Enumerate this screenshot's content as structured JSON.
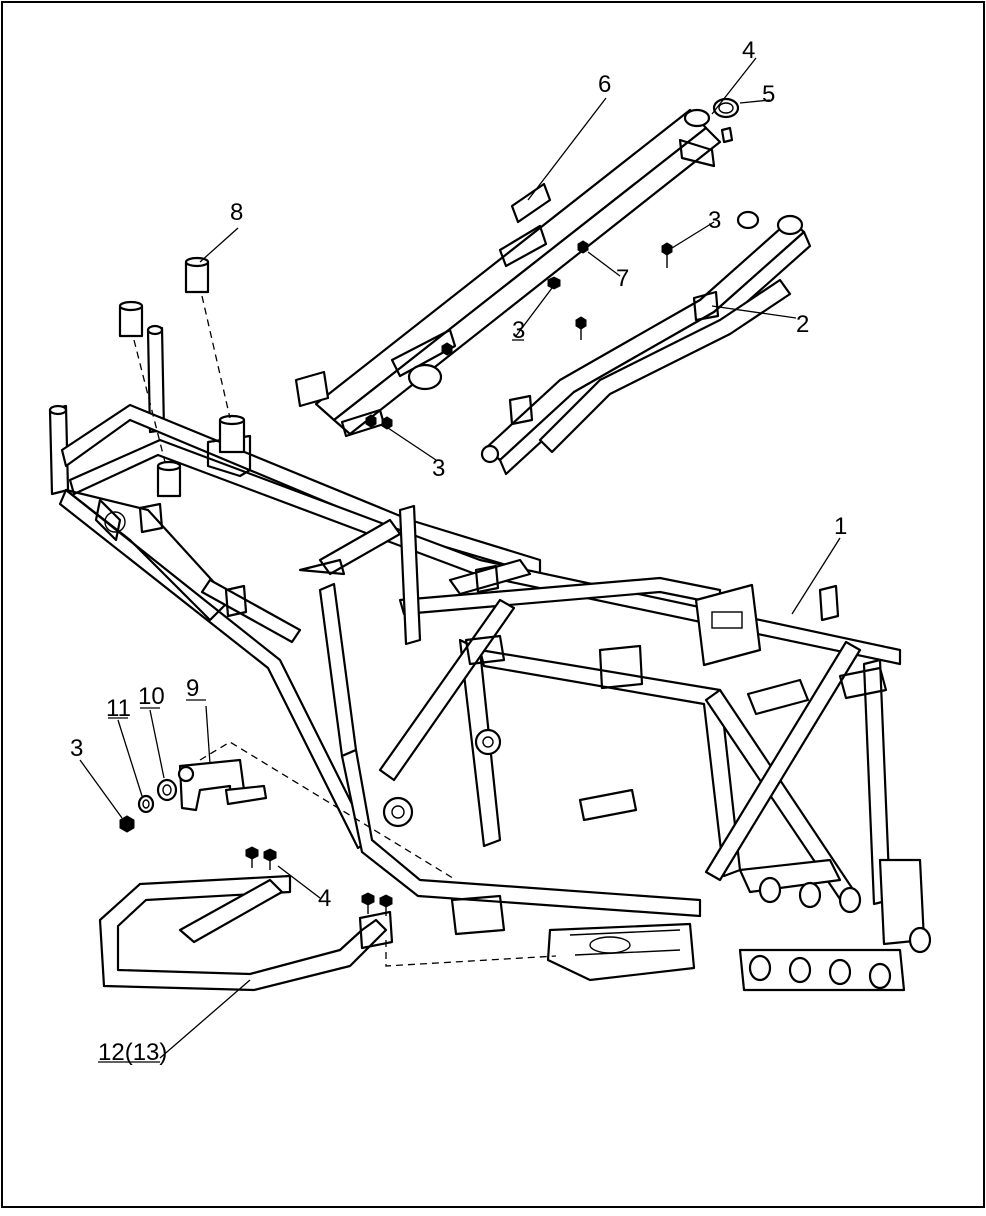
{
  "callouts": {
    "c1": "1",
    "c2": "2",
    "c3a": "3",
    "c3b": "3",
    "c3c": "3",
    "c3d": "3",
    "c4a": "4",
    "c4b": "4",
    "c5": "5",
    "c6": "6",
    "c7": "7",
    "c8": "8",
    "c9": "9",
    "c10": "10",
    "c11": "11",
    "c12": "12(13)"
  },
  "colors": {
    "line": "#000000",
    "background": "#ffffff"
  }
}
